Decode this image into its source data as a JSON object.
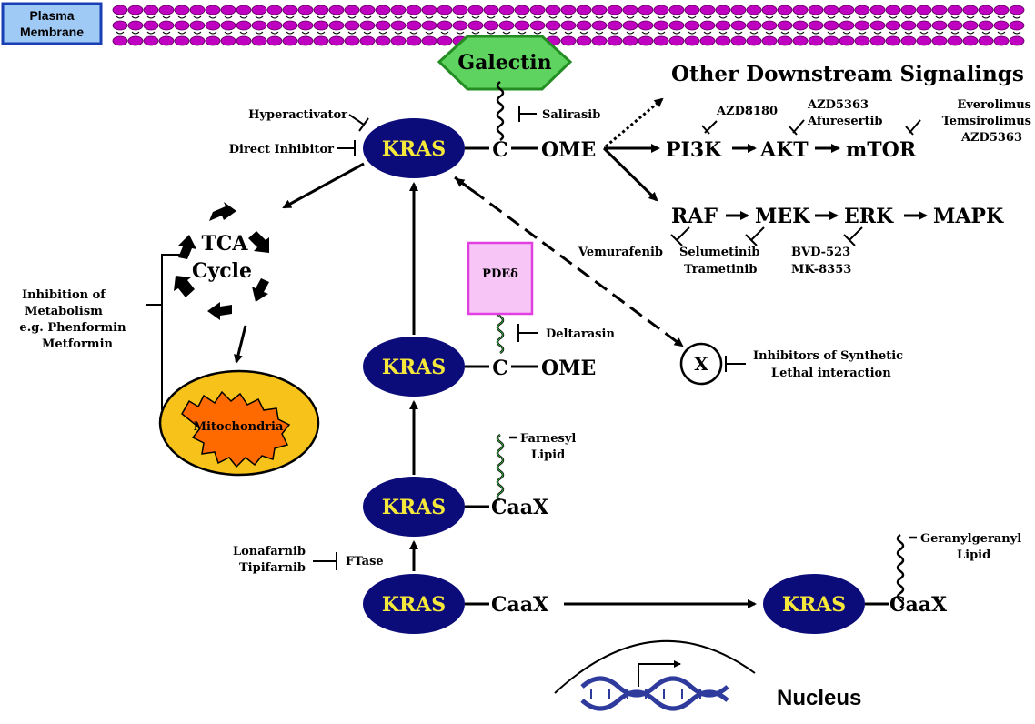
{
  "membrane": {
    "label_line1": "Plasma",
    "label_line2": "Membrane"
  },
  "galectin": "Galectin",
  "kras": "KRAS",
  "c_label": "C",
  "ome": "OME",
  "caax": "CaaX",
  "inhibitors": {
    "hyperactivator": "Hyperactivator",
    "direct_inhibitor": "Direct Inhibitor",
    "salirasib": "Salirasib",
    "deltarasin": "Deltarasin",
    "lonafarnib": "Lonafarnib",
    "tipifarnib": "Tipifarnib",
    "ftase": "FTase",
    "synthetic_line1": "Inhibitors of Synthetic",
    "synthetic_line2": "Lethal interaction",
    "metabolism_line1": "Inhibition of",
    "metabolism_line2": "Metabolism",
    "metabolism_line3": "e.g. Phenformin",
    "metabolism_line4": "Metformin"
  },
  "downstream": {
    "title": "Other Downstream Signalings",
    "pi3k": "PI3K",
    "akt": "AKT",
    "mtor": "mTOR",
    "raf": "RAF",
    "mek": "MEK",
    "erk": "ERK",
    "mapk": "MAPK",
    "azd8180": "AZD8180",
    "azd5363": "AZD5363",
    "afuresertib": "Afuresertib",
    "everolimus": "Everolimus",
    "temsirolimus": "Temsirolimus",
    "azd5363_b": "AZD5363",
    "vemurafenib": "Vemurafenib",
    "selumetinib": "Selumetinib",
    "trametinib": "Trametinib",
    "bvd523": "BVD-523",
    "mk8353": "MK-8353"
  },
  "tca_line1": "TCA",
  "tca_line2": "Cycle",
  "mitochondria": "Mitochondria",
  "pde": "PDEδ",
  "x_label": "X",
  "farnesyl_line1": "Farnesyl",
  "farnesyl_line2": "Lipid",
  "geranyl_line1": "Geranylgeranyl",
  "geranyl_line2": "Lipid",
  "nucleus": "Nucleus",
  "colors": {
    "kras_fill": "#0b0b7a",
    "kras_text": "#f5e83a",
    "membrane_fill": "#c000c0",
    "galectin_fill": "#5fd35f",
    "pde_fill": "#f7c6f7",
    "pde_stroke": "#e040e0",
    "mito_outer": "#f7c21a",
    "mito_inner": "#ff6a00",
    "dna": "#2e3a9c",
    "label_box": "#9fcaf5"
  }
}
